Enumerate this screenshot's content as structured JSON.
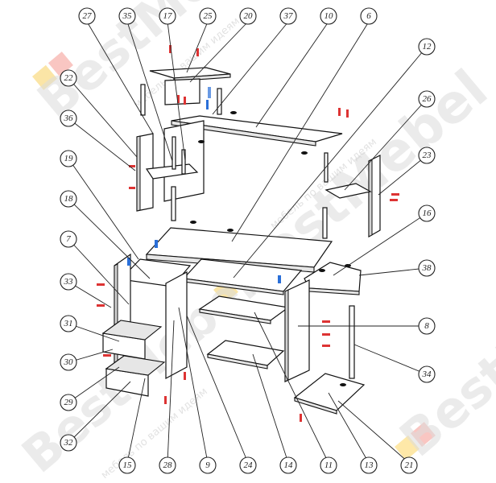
{
  "diagram": {
    "callouts": [
      "27",
      "35",
      "17",
      "25",
      "20",
      "37",
      "10",
      "6",
      "22",
      "36",
      "19",
      "18",
      "7",
      "33",
      "31",
      "30",
      "29",
      "32",
      "15",
      "28",
      "9",
      "24",
      "14",
      "11",
      "13",
      "21",
      "34",
      "8",
      "38",
      "16",
      "23",
      "26",
      "12"
    ],
    "watermark": {
      "brand": "BestMebel",
      "tagline": "мебель по вашим идеям",
      "logo_colors": [
        "#f4b400",
        "#ea4335",
        "#34a853",
        "#fbbc05"
      ]
    },
    "colors": {
      "line": "#111111",
      "screw_red": "#dd3333",
      "screw_blue": "#2a6fd8"
    }
  }
}
